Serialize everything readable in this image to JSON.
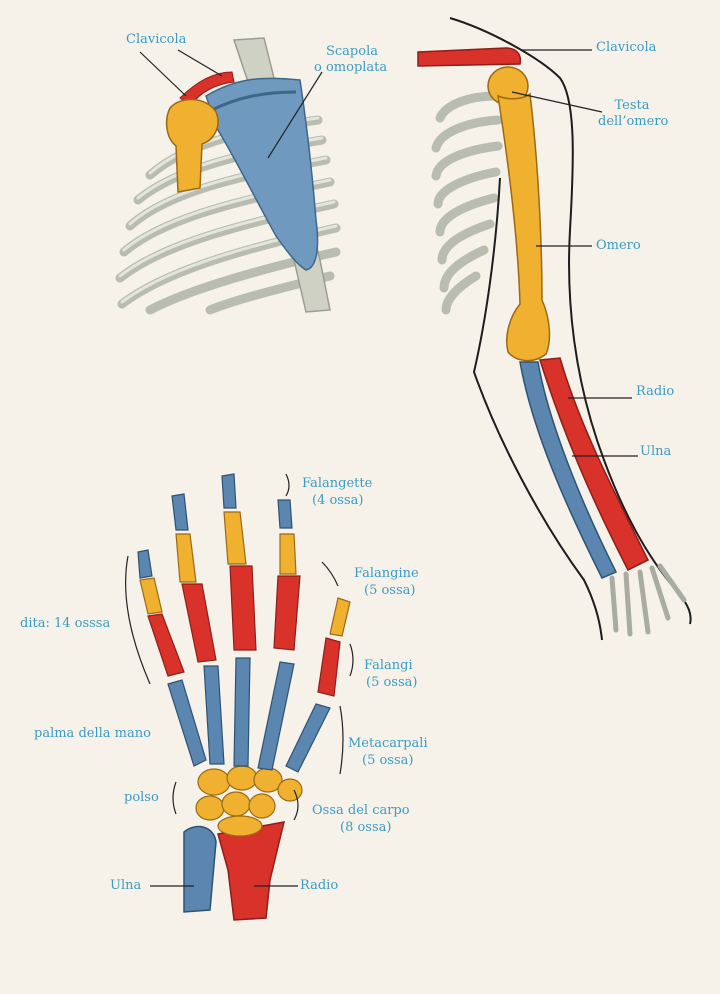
{
  "colors": {
    "background": "#f6f2ea",
    "label_text": "#3a9cc3",
    "bone_yellow": "#f0b130",
    "bone_red": "#d8322a",
    "bone_blue": "#5b86b0",
    "bone_grey": "#c9ccc0",
    "leader_line": "#222222"
  },
  "shoulder": {
    "clavicola": "Clavicola",
    "scapola_1": "Scapola",
    "scapola_2": "o omoplata"
  },
  "arm": {
    "clavicola": "Clavicola",
    "testa_1": "Testa",
    "testa_2": "dell’omero",
    "omero": "Omero",
    "radio": "Radio",
    "ulna": "Ulna"
  },
  "hand": {
    "falangette_1": "Falangette",
    "falangette_2": "(4 ossa)",
    "falangine_1": "Falangine",
    "falangine_2": "(5 ossa)",
    "falangi_1": "Falangi",
    "falangi_2": "(5 ossa)",
    "dita": "dita: 14 osssa",
    "palma": "palma della mano",
    "metacarpali_1": "Metacarpali",
    "metacarpali_2": "(5 ossa)",
    "polso": "polso",
    "carpo_1": "Ossa del carpo",
    "carpo_2": "(8 ossa)",
    "ulna": "Ulna",
    "radio": "Radio"
  }
}
